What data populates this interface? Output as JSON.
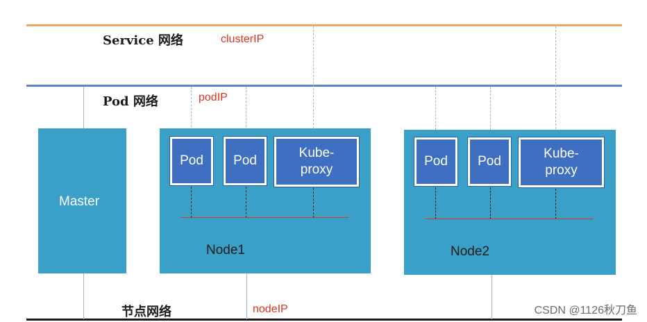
{
  "networks": {
    "service": {
      "label": "Service 网络",
      "ip": "clusterIP"
    },
    "pod": {
      "label": "Pod 网络",
      "ip": "podIP"
    },
    "node": {
      "label": "节点网络",
      "ip": "nodeIP"
    }
  },
  "master": {
    "label": "Master"
  },
  "node1": {
    "label": "Node1",
    "pod1": "Pod",
    "pod2": "Pod",
    "proxy_line1": "Kube-",
    "proxy_line2": "proxy"
  },
  "node2": {
    "label": "Node2",
    "pod1": "Pod",
    "pod2": "Pod",
    "proxy_line1": "Kube-",
    "proxy_line2": "proxy"
  },
  "watermark": "CSDN @1126秋刀鱼",
  "colors": {
    "service_line": "#f0a860",
    "pod_line": "#5b86c6",
    "node_line": "#1a1a1a",
    "panel": "#3aa0c8",
    "component": "#3f6fc0",
    "ip_text": "#e0301e"
  }
}
